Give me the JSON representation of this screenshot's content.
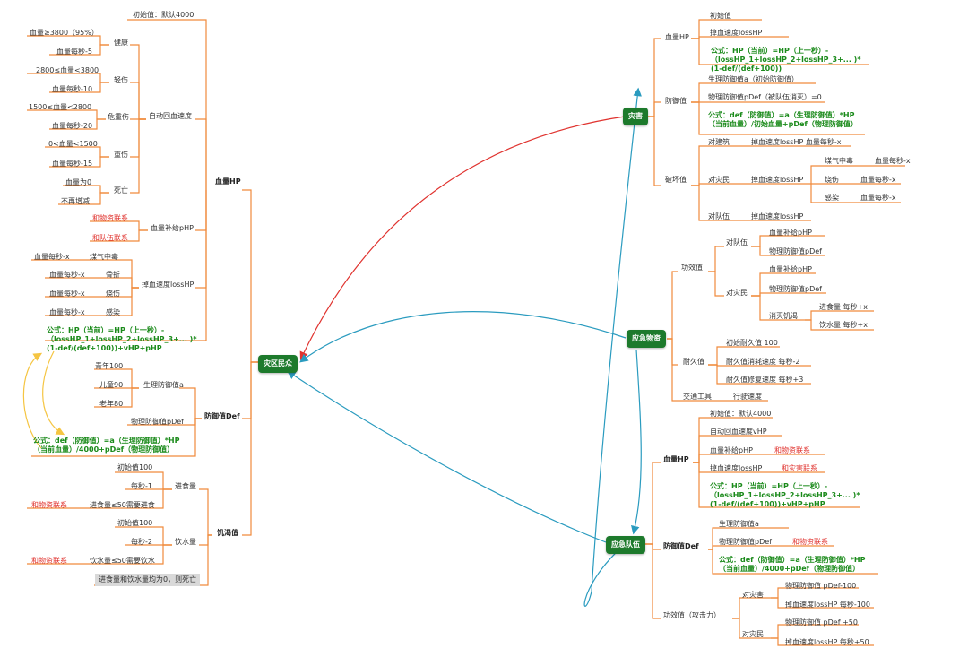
{
  "hubs": {
    "victims": "灾区民众",
    "disaster": "灾害",
    "supplies": "应急物资",
    "team": "应急队伍"
  },
  "left": {
    "hp": "血量HP",
    "hp_init": "初始值：默认4000",
    "regen": "自动回血速度",
    "healthy": "健康",
    "healthy_range": "血量≥3800（95%）",
    "healthy_rate": "血量每秒-5",
    "light": "轻伤",
    "light_range": "2800≤血量<3800",
    "light_rate": "血量每秒-10",
    "crit": "危重伤",
    "crit_range": "1500≤血量<2800",
    "crit_rate": "血量每秒-20",
    "heavy": "重伤",
    "heavy_range": "0<血量<1500",
    "heavy_rate": "血量每秒-15",
    "death": "死亡",
    "death_range": "血量为0",
    "death_rate": "不再增减",
    "php": "血量补给pHP",
    "php_link1": "和物资联系",
    "php_link2": "和队伍联系",
    "loss": "掉血速度lossHP",
    "gas": "煤气中毒",
    "gas_rate": "血量每秒-x",
    "frac": "骨折",
    "frac_rate": "血量每秒-x",
    "burn": "烧伤",
    "burn_rate": "血量每秒-x",
    "inf": "感染",
    "inf_rate": "血量每秒-x",
    "hp_formula": "公式：HP（当前）=HP（上一秒）-（lossHP_1+lossHP_2+lossHP_3+... )*(1-def/(def+100))+vHP+pHP",
    "def": "防御值Def",
    "adef": "生理防御值a",
    "youth": "青年100",
    "child": "儿童90",
    "elder": "老年80",
    "pdef": "物理防御值pDef",
    "def_formula": "公式：def（防御值）=a（生理防御值）*HP（当前血量）/4000+pDef（物理防御值）",
    "hunger": "饥渴值",
    "food": "进食量",
    "food_init": "初始值100",
    "food_rate": "每秒-1",
    "food_link": "和物资联系",
    "food_rule": "进食量≤50需要进食",
    "water": "饮水量",
    "water_init": "初始值100",
    "water_rate": "每秒-2",
    "water_link": "和物资联系",
    "water_rule": "饮水量≤50需要饮水",
    "hunger_note": "进食量和饮水量均为0，则死亡"
  },
  "disaster": {
    "hp": "血量HP",
    "hp_init": "初始值",
    "hp_loss": "掉血速度lossHP",
    "hp_formula": "公式：HP（当前）=HP（上一秒）-（lossHP_1+lossHP_2+lossHP_3+... )*(1-def/(def+100))",
    "def": "防御值",
    "adef": "生理防御值a（初始防御值）",
    "pdef": "物理防御值pDef（被队伍消灭）=0",
    "def_formula": "公式：def（防御值）=a（生理防御值）*HP（当前血量）/初始血量+pDef（物理防御值）",
    "destroy": "破坏值",
    "to_building": "对建筑",
    "to_building_item": "掉血速度lossHP 血量每秒-x",
    "to_victims": "对灾民",
    "to_victims_item": "掉血速度lossHP",
    "gas": "煤气中毒",
    "gas_rate": "血量每秒-x",
    "burn": "烧伤",
    "burn_rate": "血量每秒-x",
    "inf": "感染",
    "inf_rate": "血量每秒-x",
    "to_team": "对队伍",
    "to_team_item": "掉血速度lossHP"
  },
  "supplies": {
    "effect": "功效值",
    "to_team": "对队伍",
    "team_php": "血量补给pHP",
    "team_pdef": "物理防御值pDef",
    "to_victims": "对灾民",
    "v_php": "血量补给pHP",
    "v_pdef": "物理防御值pDef",
    "thirst": "消灭饥渴",
    "eat": "进食量 每秒+x",
    "drink": "饮水量 每秒+x",
    "dur": "耐久值",
    "dur_init": "初始耐久值 100",
    "dur_loss": "耐久值消耗速度 每秒-2",
    "dur_fix": "耐久值修复速度 每秒+3",
    "traffic": "交通工具",
    "speed": "行驶速度"
  },
  "team": {
    "hp": "血量HP",
    "init": "初始值：默认4000",
    "regen": "自动回血速度vHP",
    "php": "血量补给pHP",
    "php_link": "和物资联系",
    "loss": "掉血速度lossHP",
    "loss_link": "和灾害联系",
    "hp_formula": "公式：HP（当前）=HP（上一秒）-（lossHP_1+lossHP_2+lossHP_3+... )*(1-def/(def+100))+vHP+pHP",
    "def": "防御值Def",
    "adef": "生理防御值a",
    "pdef": "物理防御值pDef",
    "pdef_link": "和物资联系",
    "def_formula": "公式：def（防御值）=a（生理防御值）*HP（当前血量）/4000+pDef（物理防御值）",
    "effect": "功效值（攻击力）",
    "to_dis": "对灾害",
    "dis_pdef": "物理防御值 pDef-100",
    "dis_loss": "掉血速度lossHP 每秒-100",
    "to_vic": "对灾民",
    "vic_pdef": "物理防御值 pDef +50",
    "vic_loss": "掉血速度lossHP 每秒+50"
  },
  "colors": {
    "hub": "#1d7a2c",
    "branch": "#f08a3c",
    "red_arrow": "#e0332f",
    "blue_arrow": "#2a9bbf",
    "yellow_arrow": "#f5c542",
    "formula": "#1a8a1a",
    "link_text": "#e0332f"
  }
}
